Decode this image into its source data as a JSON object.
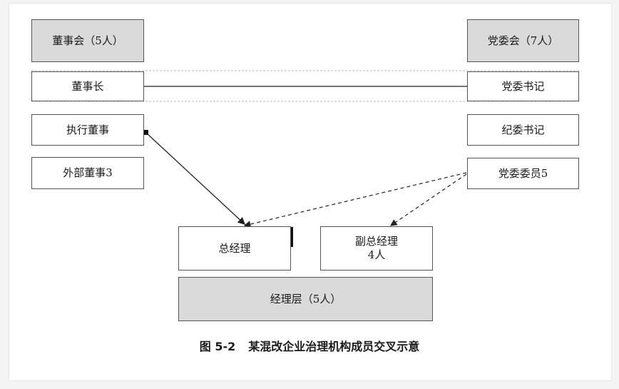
{
  "board": {
    "title": "董事会（5人）",
    "chairman": "董事长",
    "executive_director": "执行董事",
    "external_directors": "外部董事3"
  },
  "party_committee": {
    "title": "党委会（7人）",
    "secretary": "党委书记",
    "discipline_secretary": "纪委书记",
    "members": "党委委员5"
  },
  "management": {
    "general_manager": "总经理",
    "deputy_general_managers": "副总经理\n4人",
    "layer": "经理层（5人）"
  },
  "caption": {
    "number": "图 5-2",
    "text": "某混改企业治理机构成员交叉示意"
  },
  "colors": {
    "shaded_box": "#dadada",
    "border": "#555555",
    "line": "#222222",
    "band_dashes": "#bbbbbb"
  }
}
